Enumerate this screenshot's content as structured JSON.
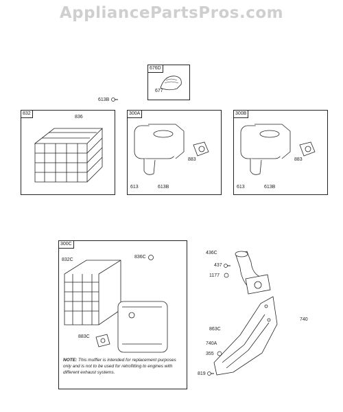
{
  "watermark": "AppliancePartsPros.com",
  "boxes": {
    "b676d": "676D",
    "b832": "832",
    "b300a": "300A",
    "b300b": "300B",
    "b300c": "300C"
  },
  "labels": {
    "l677": "677",
    "l613b_top": "613B",
    "l836": "836",
    "l883_a": "883",
    "l613_a": "613",
    "l613b_a": "613B",
    "l883_b": "883",
    "l613_b": "613",
    "l613b_b": "613B",
    "l832c": "832C",
    "l836c": "836C",
    "l883c": "883C",
    "l436c": "436C",
    "l437": "437",
    "l1177": "1177",
    "l863c": "863C",
    "l740": "740",
    "l740a": "740A",
    "l355": "355",
    "l819": "819"
  },
  "note": {
    "prefix": "NOTE:",
    "text": "This muffler is intended for replacement purposes only and is not to be used for retrofitting to engines with different exhaust systems."
  }
}
